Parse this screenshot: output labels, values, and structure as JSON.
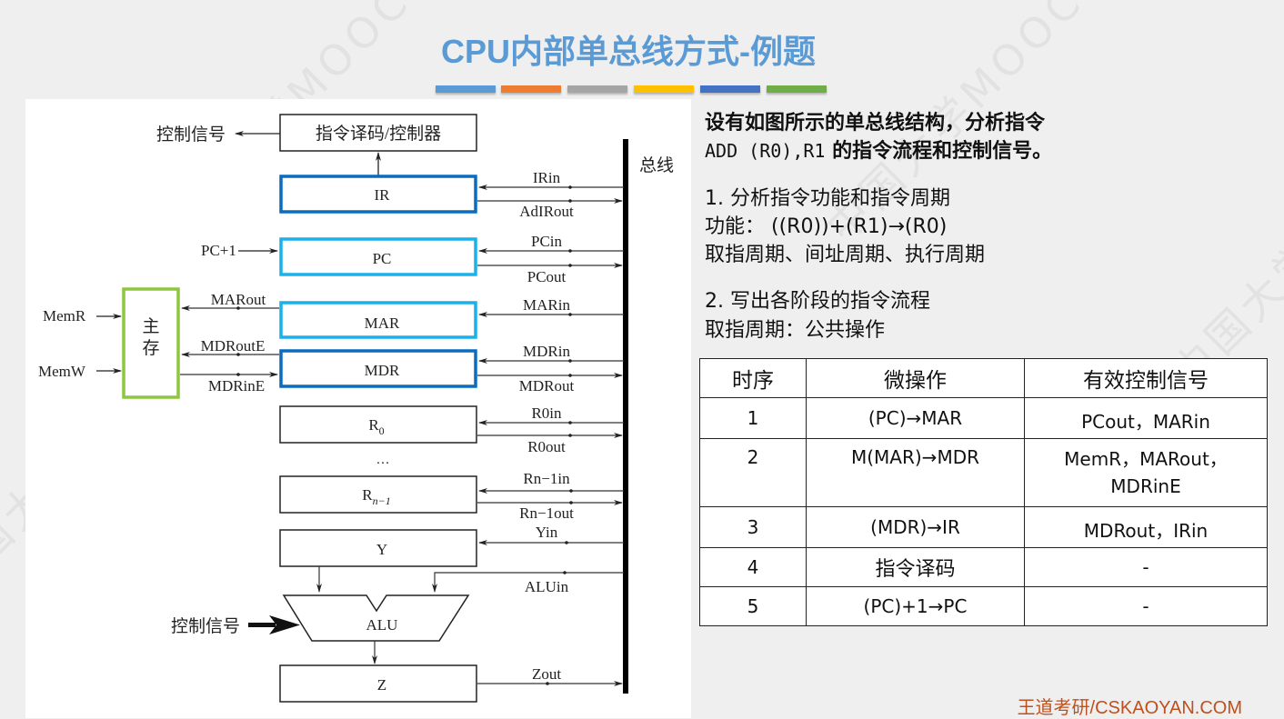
{
  "slide": {
    "title": "CPU内部单总线方式-例题",
    "color_bars": [
      "#5b9bd5",
      "#ed7d31",
      "#a5a5a5",
      "#ffc000",
      "#4472c4",
      "#70ad47"
    ],
    "watermark": "中国大学MOOC",
    "footer": "王道考研/CSKAOYAN.COM"
  },
  "diagram": {
    "bus_label": "总线",
    "controller": {
      "label": "指令译码/控制器",
      "output_label": "控制信号"
    },
    "registers": [
      {
        "id": "IR",
        "label": "IR",
        "in": "IRin",
        "out": "AdIRout",
        "border": "#0a6bbf"
      },
      {
        "id": "PC",
        "label": "PC",
        "in": "PCin",
        "out": "PCout",
        "left_input": "PC+1",
        "border": "#1ab0ea"
      },
      {
        "id": "MAR",
        "label": "MAR",
        "in": "MARin",
        "border": "#1ab0ea"
      },
      {
        "id": "MDR",
        "label": "MDR",
        "in": "MDRin",
        "out": "MDRout",
        "border": "#0a6bbf"
      },
      {
        "id": "R0",
        "label": "R",
        "sub": "0",
        "in": "R0in",
        "out": "R0out",
        "border": "#222222"
      },
      {
        "id": "Rn-1",
        "label": "R",
        "sub": "n−1",
        "in": "Rn−1in",
        "out": "Rn−1out",
        "border": "#222222"
      },
      {
        "id": "Y",
        "label": "Y",
        "in": "Yin",
        "border": "#222222"
      },
      {
        "id": "Z",
        "label": "Z",
        "out": "Zout",
        "border": "#222222"
      }
    ],
    "ellipsis": "…",
    "memory": {
      "label_line1": "主",
      "label_line2": "存",
      "border": "#8dc63f",
      "inputs": [
        "MemR",
        "MemW"
      ],
      "mar_link": "MARout",
      "mdr_out_link": "MDRoutE",
      "mdr_in_link": "MDRinE"
    },
    "alu": {
      "label": "ALU",
      "in_label": "ALUin",
      "control_label": "控制信号"
    }
  },
  "question": {
    "line1": "设有如图所示的单总线结构，分析指令",
    "line2_code": "ADD (R0),R1",
    "line2_rest": " 的指令流程和控制信号。"
  },
  "section1": {
    "heading": "1.  分析指令功能和指令周期",
    "function": "功能：  ((R0))+(R1)→(R0)",
    "cycles": "取指周期、间址周期、执行周期"
  },
  "section2": {
    "heading": "2.  写出各阶段的指令流程",
    "phase": "取指周期：公共操作"
  },
  "table": {
    "headers": [
      "时序",
      "微操作",
      "有效控制信号"
    ],
    "rows": [
      {
        "step": "1",
        "op": "(PC)→MAR",
        "signals": "PCout，MARin"
      },
      {
        "step": "2",
        "op": "M(MAR)→MDR",
        "signals": "MemR，MARout，MDRinE"
      },
      {
        "step": "3",
        "op": "(MDR)→IR",
        "signals": "MDRout，IRin"
      },
      {
        "step": "4",
        "op": "指令译码",
        "signals": "-"
      },
      {
        "step": "5",
        "op": "(PC)+1→PC",
        "signals": "-"
      }
    ]
  }
}
